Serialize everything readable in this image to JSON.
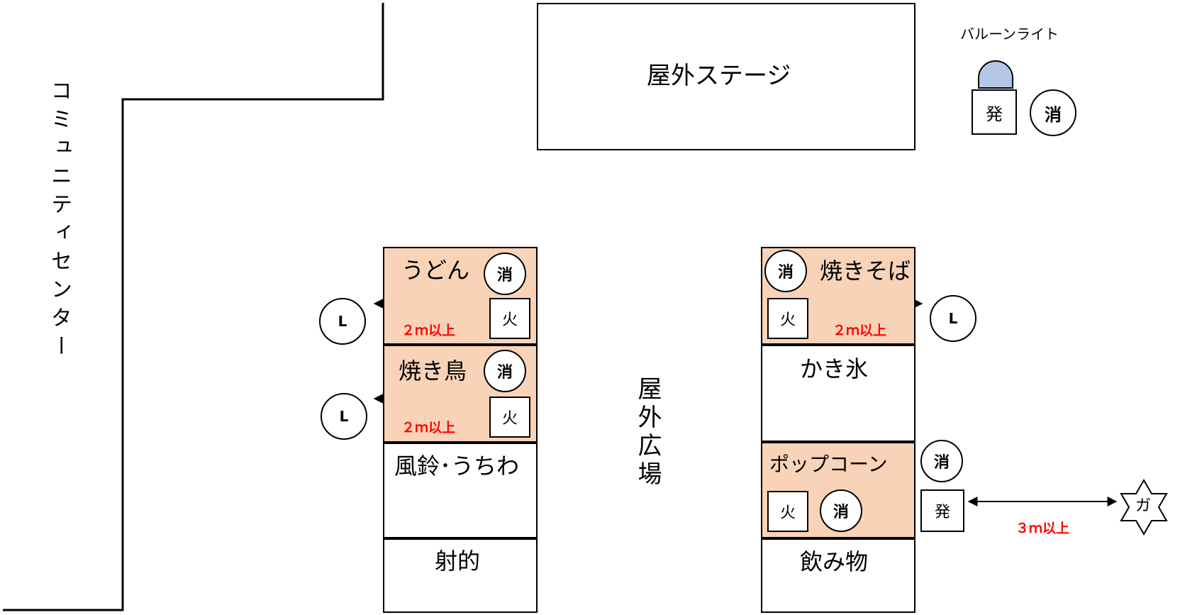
{
  "labels": {
    "community_center": "コミュニティセンター",
    "outdoor_stage": "屋外ステージ",
    "outdoor_plaza": "屋外広場",
    "balloon_light": "バルーンライト"
  },
  "stalls": {
    "udon": "うどん",
    "yakitori": "焼き鳥",
    "furin": "風鈴･うちわ",
    "shateki": "射的",
    "yakisoba": "焼きそば",
    "kakigori": "かき氷",
    "popcorn": "ポップコーン",
    "drinks": "飲み物"
  },
  "symbols": {
    "extinguisher": "消",
    "fire": "火",
    "generator": "発",
    "lantern": "L",
    "gas": "ガ"
  },
  "distances": {
    "two_m": "２ｍ以上",
    "three_m": "３ｍ以上"
  }
}
